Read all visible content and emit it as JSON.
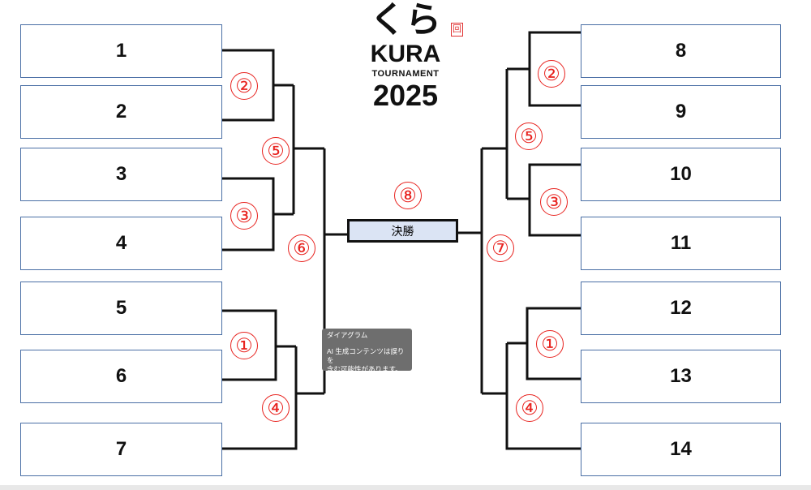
{
  "logo": {
    "kana": "くら",
    "seal": "回",
    "title": "KURA",
    "subtitle": "TOURNAMENT",
    "year": "2025"
  },
  "left_teams": [
    "1",
    "2",
    "3",
    "4",
    "5",
    "6",
    "7"
  ],
  "right_teams": [
    "8",
    "9",
    "10",
    "11",
    "12",
    "13",
    "14"
  ],
  "final_label": "決勝",
  "match_numbers": {
    "l1": "②",
    "l2": "③",
    "l3": "⑤",
    "l4": "①",
    "l5": "④",
    "l6": "⑥",
    "f": "⑧",
    "r1": "②",
    "r2": "③",
    "r3": "⑤",
    "r4": "①",
    "r5": "④",
    "r6": "⑦"
  },
  "tooltip": {
    "title": "ダイアグラム",
    "body1": "AI 生成コンテンツは誤りを",
    "body2": "含む可能性があります。"
  }
}
